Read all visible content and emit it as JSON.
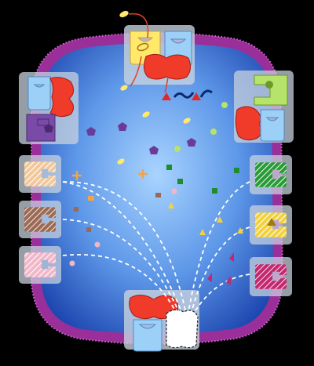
{
  "diagram": {
    "background": "#000000",
    "colors": {
      "membrane": "#9a2f9a",
      "membrane_dots": "#d06ad0",
      "cell_center": "#8fc3ff",
      "cell_edge": "#1f50b8",
      "panel": "#b9c6d6",
      "red_protein": "#f03a2a",
      "blue_protein": "#9cd0f6",
      "yellow": "#ffe86a",
      "purple": "#6a3c98",
      "green": "#1f8d2f",
      "light_green": "#b6e36a",
      "dark_blue_wave": "#0b2a6e"
    },
    "panels": {
      "top": "transporter-top",
      "left_upper": "complex-left-upper",
      "right_upper": "complex-right-upper",
      "bottom": "complex-bottom",
      "left_receptors": [
        "receptor-peach",
        "receptor-brown",
        "receptor-pink"
      ],
      "right_receptors": [
        "receptor-green",
        "receptor-yellow",
        "receptor-magenta"
      ]
    },
    "icons": [
      "pentagon-icon",
      "square-icon",
      "triangle-icon",
      "star-icon",
      "dash-icon",
      "oval-icon",
      "wave-icon"
    ]
  }
}
